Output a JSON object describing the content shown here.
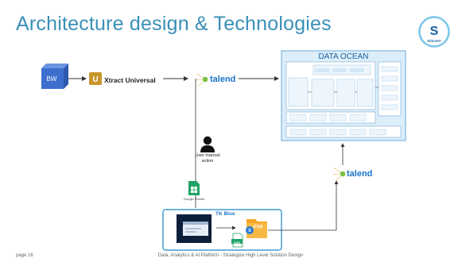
{
  "slide": {
    "title": "Architecture design & Technologies",
    "page": "page 16",
    "footer": "Data, Analytics & AI Platform - Strategize High Level Solution Design"
  },
  "logo": {
    "letter": "S",
    "text": "SOLVAY",
    "color": "#1a5fa6",
    "accent": "#7ac7e8"
  },
  "nodes": {
    "bw": "BW",
    "xtract": "Xtract Universal",
    "xtract_icon": "U",
    "talend_top": "talend",
    "talend_bottom": "talend",
    "data_ocean": "DATA OCEAN",
    "user": "User manual action",
    "google_sheets": "Google Sheets",
    "tk_blue": "TK Blue",
    "ftp": "FTP",
    "csv": "CSV"
  },
  "colors": {
    "accent": "#3a8fb7",
    "talend": "#1a73c9",
    "talend_dot": "#7cc241",
    "ocean_bg": "#dceefa",
    "ocean_border": "#6aa9d8",
    "bw_box": "#3e6fcf",
    "xtract": "#c8952a",
    "sheets": "#21a366",
    "ftp": "#f5a623"
  }
}
